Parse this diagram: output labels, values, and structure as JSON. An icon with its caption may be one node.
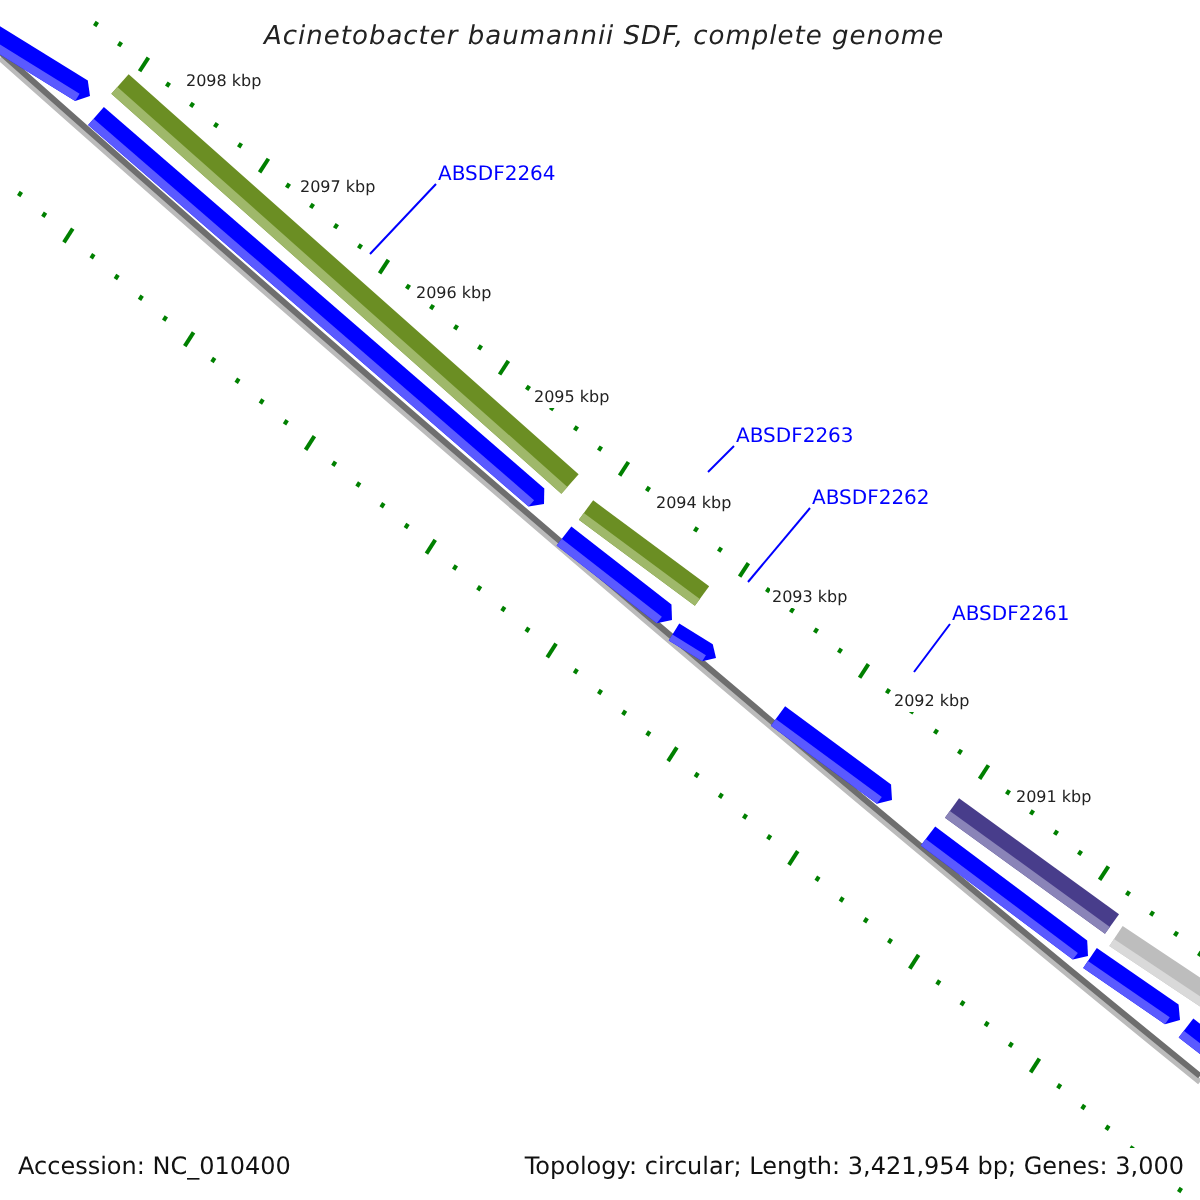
{
  "diagram": {
    "title": "Acinetobacter baumannii SDF, complete genome",
    "nodes": [
      {
        "text": [
          "ABSDF2264"
        ]
      },
      {
        "text": [
          "ABSDF2263"
        ]
      },
      {
        "text": [
          "ABSDF2262"
        ]
      },
      {
        "text": [
          "ABSDF2261"
        ]
      }
    ],
    "edges": [
      {
        "from": 0,
        "to": null,
        "arrow": "none"
      },
      {
        "from": 1,
        "to": null,
        "arrow": "none"
      },
      {
        "from": 2,
        "to": null,
        "arrow": "none"
      },
      {
        "from": 3,
        "to": null,
        "arrow": "none"
      }
    ],
    "labels": [
      "2098 kbp",
      "2097 kbp",
      "2096 kbp",
      "2095 kbp",
      "2094 kbp",
      "2093 kbp",
      "2092 kbp",
      "2091 kbp",
      "Accession: NC_010400",
      "Topology: circular; Length: 3,421,954 bp; Genes: 3,000"
    ]
  }
}
